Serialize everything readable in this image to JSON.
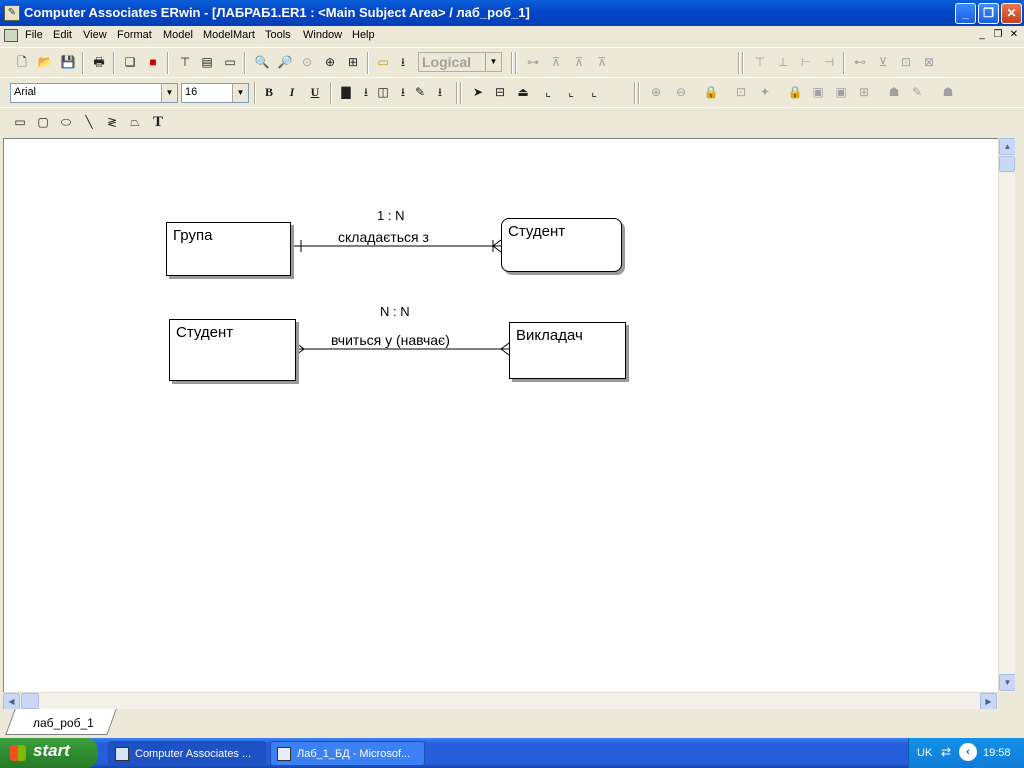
{
  "window": {
    "title": "Computer Associates ERwin - [ЛАБРАБ1.ER1 : <Main Subject Area> / лаб_роб_1]",
    "controls": {
      "minimize": "_",
      "maximize": "❐",
      "close": "✕"
    }
  },
  "menu": {
    "items": [
      "File",
      "Edit",
      "View",
      "Format",
      "Model",
      "ModelMart",
      "Tools",
      "Window",
      "Help"
    ],
    "mdi_controls": {
      "minimize": "_",
      "restore": "❐",
      "close": "✕"
    }
  },
  "toolbar": {
    "view_level": "Logical",
    "font_name": "Arial",
    "font_size": "16",
    "bold": "B",
    "italic": "I",
    "underline": "U",
    "text_tool": "T"
  },
  "diagram": {
    "entities": [
      {
        "id": "grupa",
        "name": "Група",
        "type": "independent"
      },
      {
        "id": "student1",
        "name": "Студент",
        "type": "dependent"
      },
      {
        "id": "student2",
        "name": "Студент",
        "type": "independent"
      },
      {
        "id": "vykladach",
        "name": "Викладач",
        "type": "independent"
      }
    ],
    "relationships": [
      {
        "from": "Група",
        "to": "Студент",
        "verb": "складається  з",
        "cardinality": "1 : N"
      },
      {
        "from": "Студент",
        "to": "Викладач",
        "verb": "вчиться у (навчає)",
        "cardinality": "N : N"
      }
    ]
  },
  "tabs": {
    "active": "лаб_роб_1"
  },
  "taskbar": {
    "start_label": "start",
    "tasks": [
      "Computer Associates ...",
      "Лаб_1_БД - Microsof..."
    ],
    "language": "UK",
    "time": "19:58"
  }
}
